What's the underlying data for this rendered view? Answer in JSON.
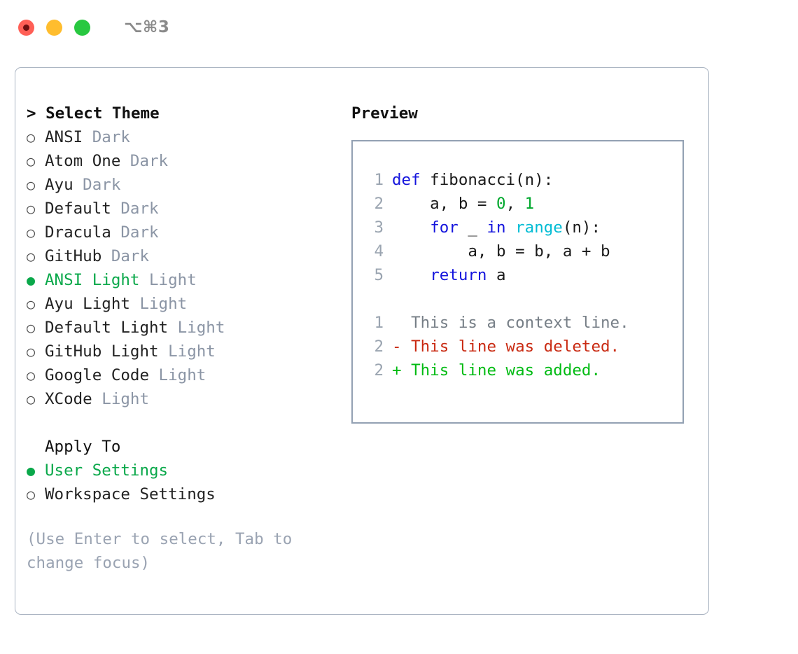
{
  "window": {
    "shortcut": "⌥⌘3",
    "traffic_lights": [
      {
        "name": "close",
        "color": "#ff5f56"
      },
      {
        "name": "minimize",
        "color": "#ffbd2e"
      },
      {
        "name": "maximize",
        "color": "#28c840"
      }
    ]
  },
  "colors": {
    "accent_green": "#0aa84a",
    "muted": "#8b95a5",
    "border": "#aab4c2",
    "preview_border": "#93a1b3",
    "keyword": "#1414dd",
    "function": "#00bcd4",
    "number": "#00a82d",
    "diff_add": "#00bb13",
    "diff_del": "#c92a12",
    "diff_ctx": "#777f87"
  },
  "theme_list": {
    "title": "> Select Theme",
    "marker_selected": "●",
    "marker_unselected": "○",
    "items": [
      {
        "name": "ANSI",
        "suffix": " Dark",
        "selected": false
      },
      {
        "name": "Atom One",
        "suffix": " Dark",
        "selected": false
      },
      {
        "name": "Ayu",
        "suffix": " Dark",
        "selected": false
      },
      {
        "name": "Default",
        "suffix": " Dark",
        "selected": false
      },
      {
        "name": "Dracula",
        "suffix": " Dark",
        "selected": false
      },
      {
        "name": "GitHub",
        "suffix": " Dark",
        "selected": false
      },
      {
        "name": "ANSI Light",
        "suffix": " Light",
        "selected": true
      },
      {
        "name": "Ayu Light",
        "suffix": " Light",
        "selected": false
      },
      {
        "name": "Default Light",
        "suffix": " Light",
        "selected": false
      },
      {
        "name": "GitHub Light",
        "suffix": " Light",
        "selected": false
      },
      {
        "name": "Google Code",
        "suffix": " Light",
        "selected": false
      },
      {
        "name": "XCode",
        "suffix": " Light",
        "selected": false
      }
    ]
  },
  "apply_to": {
    "label": "Apply To",
    "items": [
      {
        "name": "User Settings",
        "selected": true
      },
      {
        "name": "Workspace Settings",
        "selected": false
      }
    ]
  },
  "hint": "(Use Enter to select, Tab to change focus)",
  "preview": {
    "title": "Preview",
    "code_lines": [
      {
        "no": "1",
        "tokens": [
          {
            "t": "def",
            "c": "kw"
          },
          {
            "t": " fibonacci(n):",
            "c": "id"
          }
        ]
      },
      {
        "no": "2",
        "tokens": [
          {
            "t": "    a, b = ",
            "c": "id"
          },
          {
            "t": "0",
            "c": "num"
          },
          {
            "t": ", ",
            "c": "id"
          },
          {
            "t": "1",
            "c": "num"
          }
        ]
      },
      {
        "no": "3",
        "tokens": [
          {
            "t": "    ",
            "c": "id"
          },
          {
            "t": "for",
            "c": "kw"
          },
          {
            "t": " _ ",
            "c": "id"
          },
          {
            "t": "in",
            "c": "kw"
          },
          {
            "t": " ",
            "c": "id"
          },
          {
            "t": "range",
            "c": "fn"
          },
          {
            "t": "(n):",
            "c": "id"
          }
        ]
      },
      {
        "no": "4",
        "tokens": [
          {
            "t": "        a, b = b, a + b",
            "c": "id"
          }
        ]
      },
      {
        "no": "5",
        "tokens": [
          {
            "t": "    ",
            "c": "id"
          },
          {
            "t": "return",
            "c": "kw"
          },
          {
            "t": " a",
            "c": "id"
          }
        ]
      }
    ],
    "diff_lines": [
      {
        "no": "1",
        "kind": "ctx",
        "text": "  This is a context line."
      },
      {
        "no": "2",
        "kind": "del",
        "text": "- This line was deleted."
      },
      {
        "no": "2",
        "kind": "add",
        "text": "+ This line was added."
      }
    ]
  }
}
